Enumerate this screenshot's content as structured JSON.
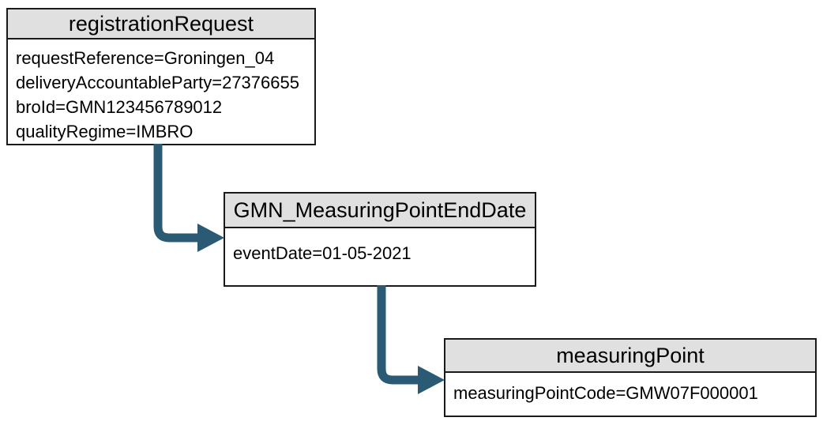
{
  "diagram": {
    "colors": {
      "arrow": "#2B5A75",
      "node_header_bg": "#E0E0E0",
      "node_border": "#1A1A1A",
      "node_body_bg": "#FFFFFF"
    },
    "nodes": [
      {
        "title": "registrationRequest",
        "attributes": [
          "requestReference=Groningen_04",
          "deliveryAccountableParty=27376655",
          "broId=GMN123456789012",
          "qualityRegime=IMBRO"
        ]
      },
      {
        "title": "GMN_MeasuringPointEndDate",
        "attributes": [
          "eventDate=01-05-2021"
        ]
      },
      {
        "title": "measuringPoint",
        "attributes": [
          "measuringPointCode=GMW07F000001"
        ]
      }
    ],
    "connections": [
      {
        "from": "registrationRequest",
        "to": "GMN_MeasuringPointEndDate"
      },
      {
        "from": "GMN_MeasuringPointEndDate",
        "to": "measuringPoint"
      }
    ]
  }
}
